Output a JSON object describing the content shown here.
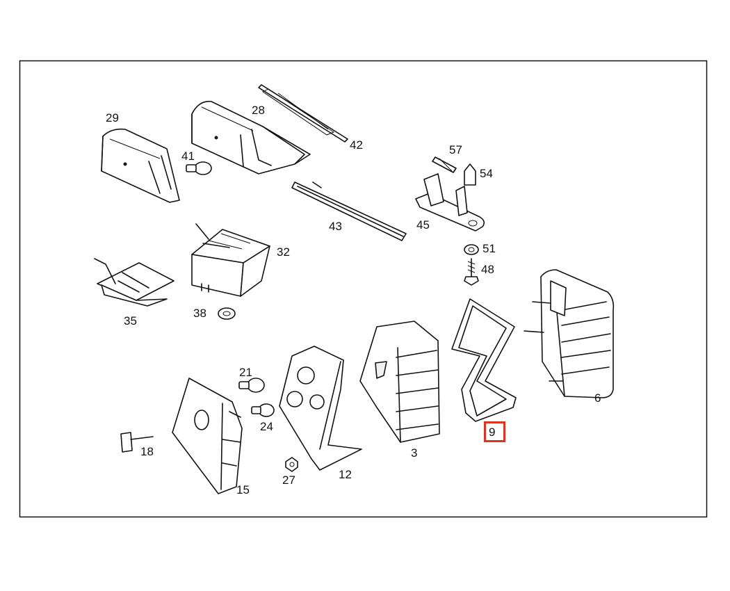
{
  "diagram": {
    "callouts": {
      "p29": "29",
      "p28": "28",
      "p42": "42",
      "p41": "41",
      "p57": "57",
      "p54": "54",
      "p43": "43",
      "p45": "45",
      "p32": "32",
      "p51": "51",
      "p48": "48",
      "p35": "35",
      "p38": "38",
      "p6": "6",
      "p21": "21",
      "p9": "9",
      "p24": "24",
      "p3": "3",
      "p18": "18",
      "p12": "12",
      "p27": "27",
      "p15": "15"
    },
    "highlighted_part": "9",
    "colors": {
      "frame": "#111111",
      "highlight": "#e0321e",
      "background": "#ffffff"
    }
  }
}
